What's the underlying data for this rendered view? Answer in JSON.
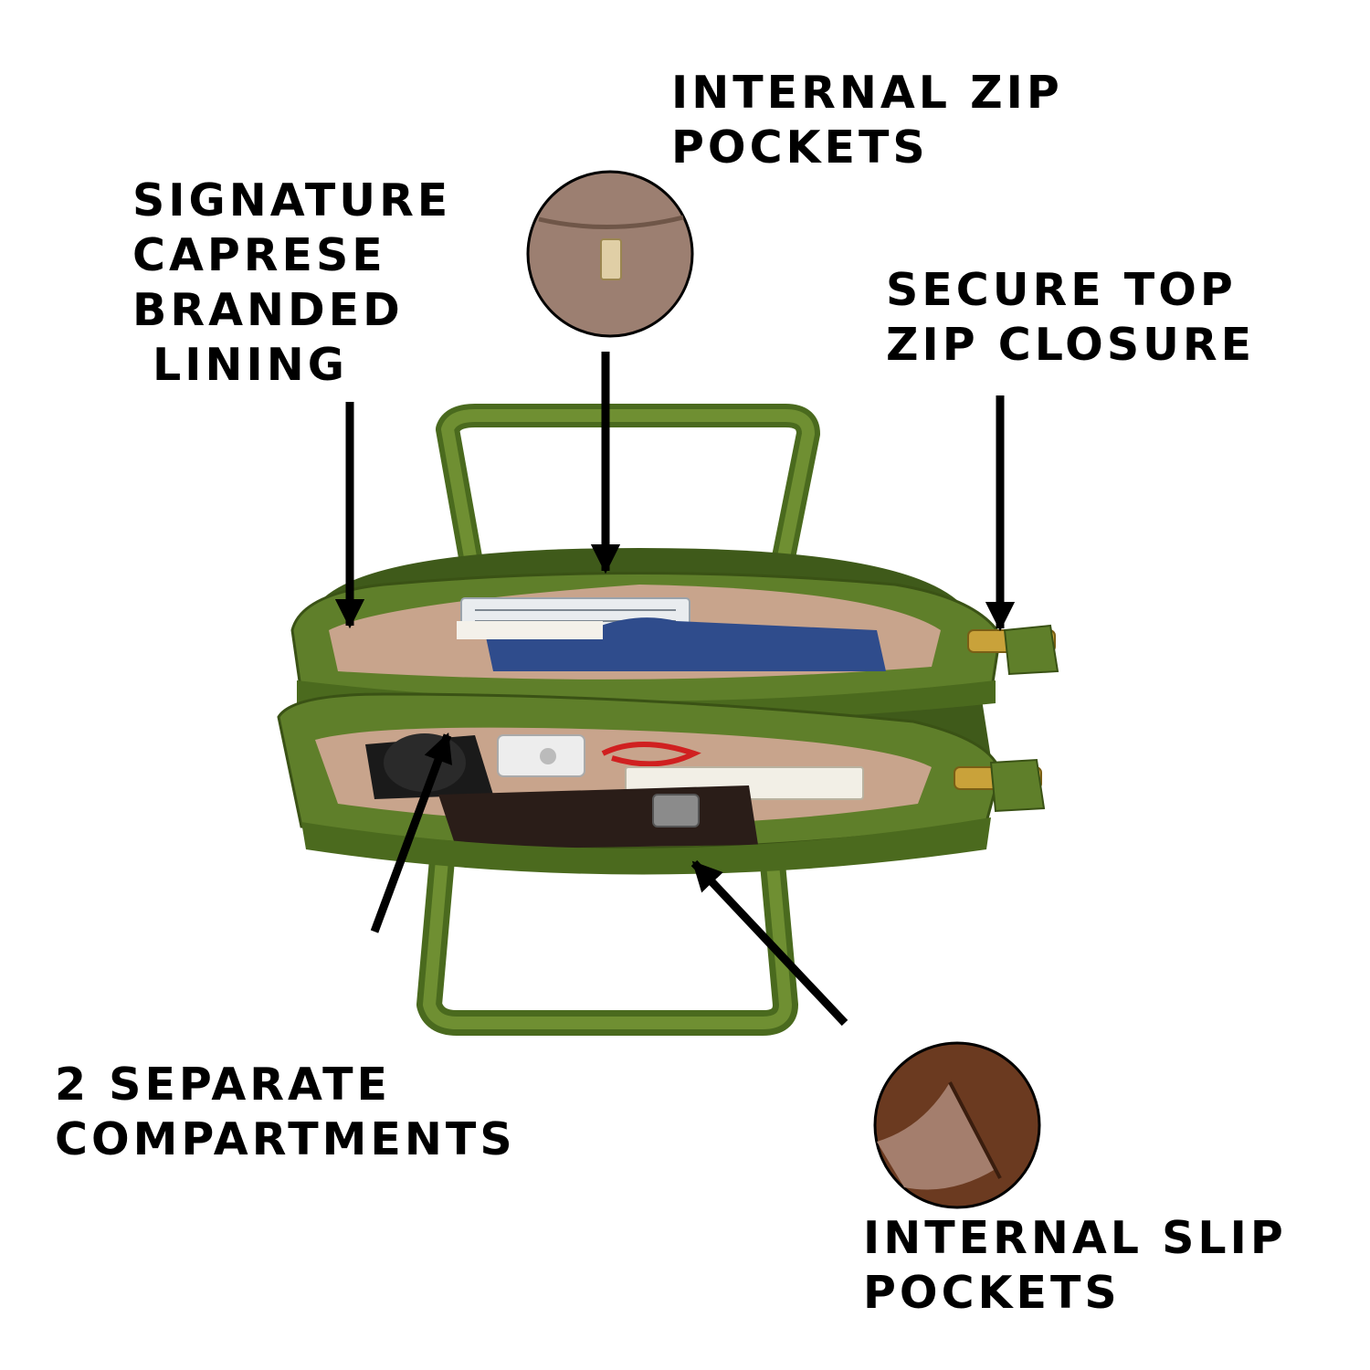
{
  "callouts": {
    "internal_zip_pockets": {
      "line1": "INTERNAL ZIP",
      "line2": "POCKETS"
    },
    "branded_lining": {
      "line1": "SIGNATURE",
      "line2": "CAPRESE",
      "line3": "BRANDED",
      "line4": "LINING"
    },
    "top_zip_closure": {
      "line1": "SECURE TOP",
      "line2": "ZIP CLOSURE"
    },
    "separate_compartments": {
      "line1": "2 SEPARATE",
      "line2": "COMPARTMENTS"
    },
    "internal_slip_pockets": {
      "line1": "INTERNAL SLIP",
      "line2": "POCKETS"
    }
  },
  "colors": {
    "bag_green": "#5f7f2a",
    "bag_green_dark": "#3f5a1a",
    "lining": "#c8a48c",
    "zipper_gold": "#c9a23a",
    "inset_zip_pocket": "#9c7f71",
    "inset_slip_pocket": "#6b3a20"
  }
}
